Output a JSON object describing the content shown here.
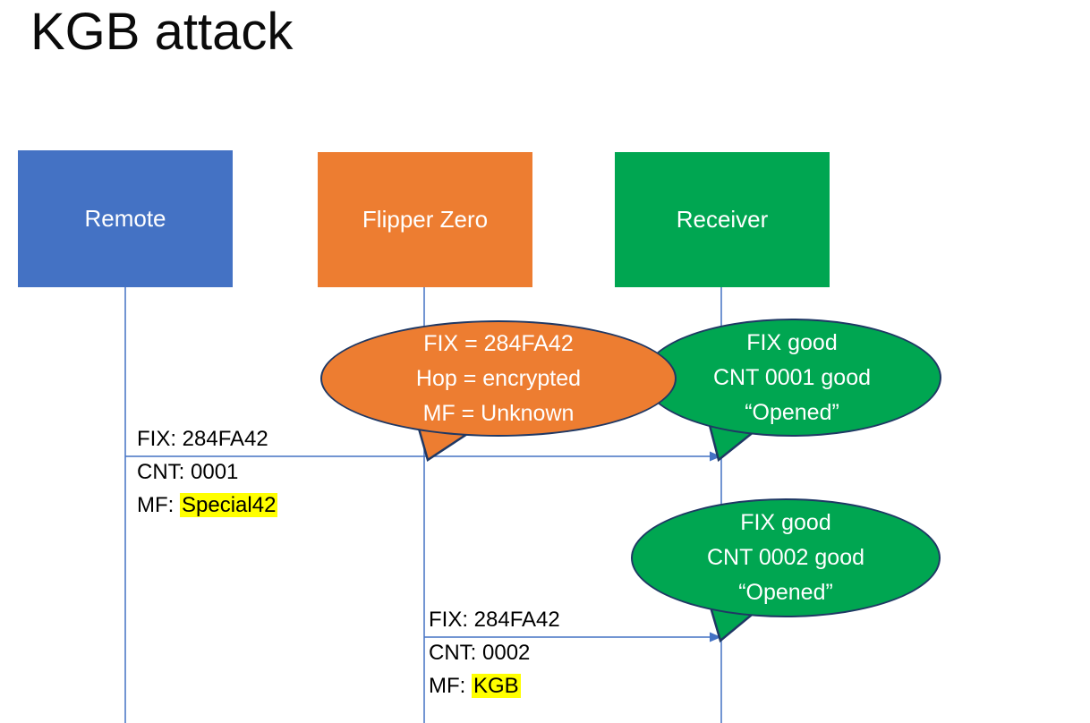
{
  "title": "KGB attack",
  "actors": [
    {
      "id": "remote",
      "label": "Remote",
      "color": "#4472C4"
    },
    {
      "id": "flipper-zero",
      "label": "Flipper Zero",
      "color": "#ED7D31"
    },
    {
      "id": "receiver",
      "label": "Receiver",
      "color": "#00A651"
    }
  ],
  "bubbles": {
    "flipper_analysis": {
      "lines": [
        "FIX = 284FA42",
        "Hop = encrypted",
        "MF = Unknown"
      ],
      "color": "#ED7D31"
    },
    "receiver_open_1": {
      "lines": [
        "FIX good",
        "CNT 0001 good",
        "“Opened”"
      ],
      "color": "#00A651"
    },
    "receiver_open_2": {
      "lines": [
        "FIX good",
        "CNT 0002 good",
        "“Opened”"
      ],
      "color": "#00A651"
    }
  },
  "messages": {
    "first": {
      "fix": "FIX: 284FA42",
      "cnt": "CNT: 0001",
      "mf_prefix": "MF: ",
      "mf_value": "Special42"
    },
    "second": {
      "fix": "FIX: 284FA42",
      "cnt": "CNT: 0002",
      "mf_prefix": "MF: ",
      "mf_value": "KGB"
    }
  },
  "colors": {
    "arrow": "#4472C4",
    "lifeline": "#4472C4",
    "bubble_outline": "#1F3864",
    "highlight": "#FFFF00"
  }
}
